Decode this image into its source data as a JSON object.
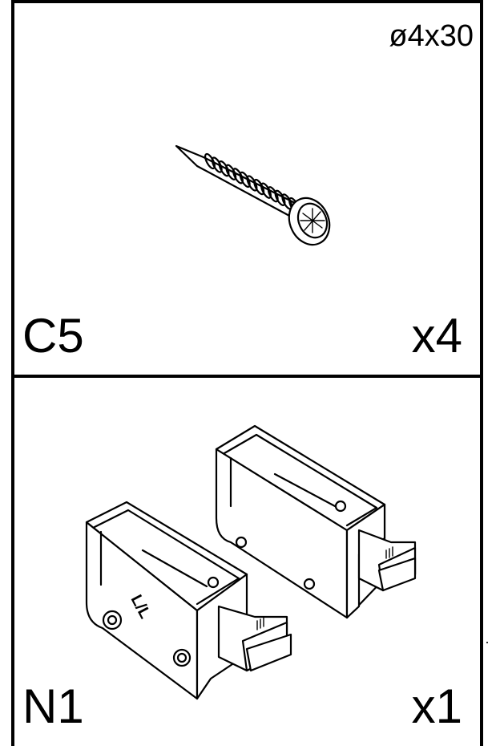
{
  "parts": [
    {
      "code": "C5",
      "quantity": "x4",
      "spec": "ø4x30",
      "icon": "screw-icon"
    },
    {
      "code": "N1",
      "quantity": "x1",
      "spec": "",
      "icon": "drawer-bracket-pair-icon",
      "engraving": "L/L"
    }
  ]
}
